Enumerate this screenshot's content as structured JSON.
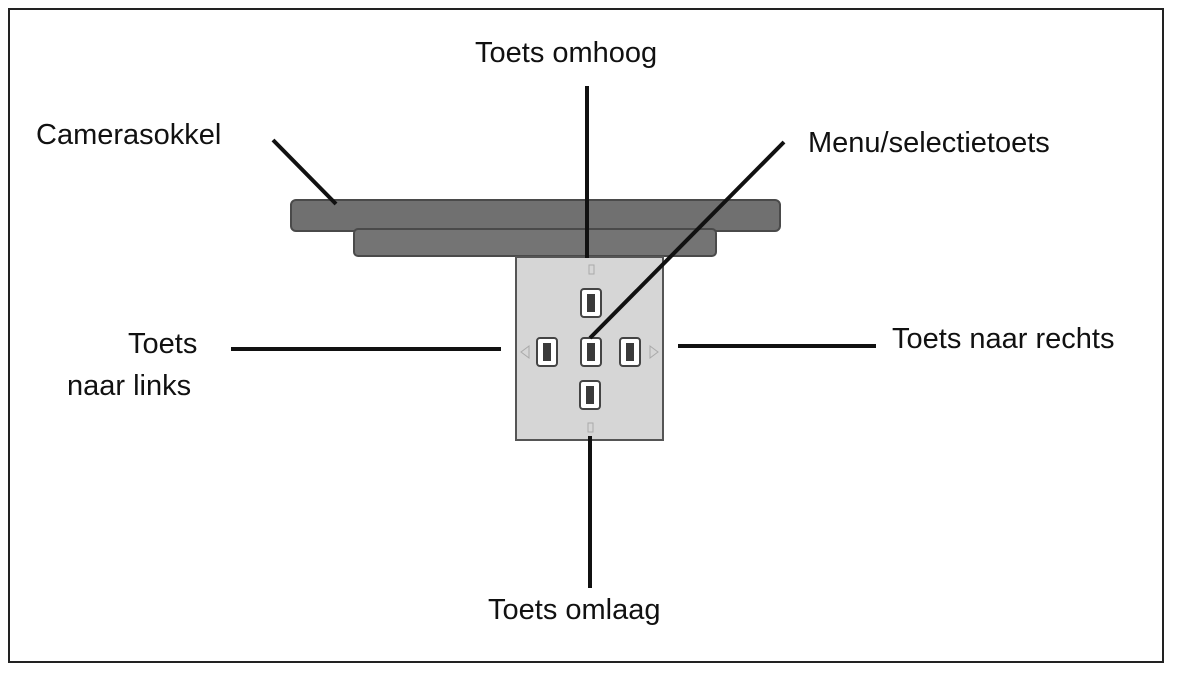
{
  "labels": {
    "camera_base": "Camerasokkel",
    "key_up": "Toets omhoog",
    "menu_select_key": "Menu/selectietoets",
    "key_left_line1": "Toets",
    "key_left_line2": "naar links",
    "key_right": "Toets naar rechts",
    "key_down": "Toets omlaag"
  },
  "colors": {
    "base_plate": "#6e6e6e",
    "keypad_panel": "#d6d6d6",
    "leader_line": "#111111",
    "frame_border": "#222222"
  }
}
